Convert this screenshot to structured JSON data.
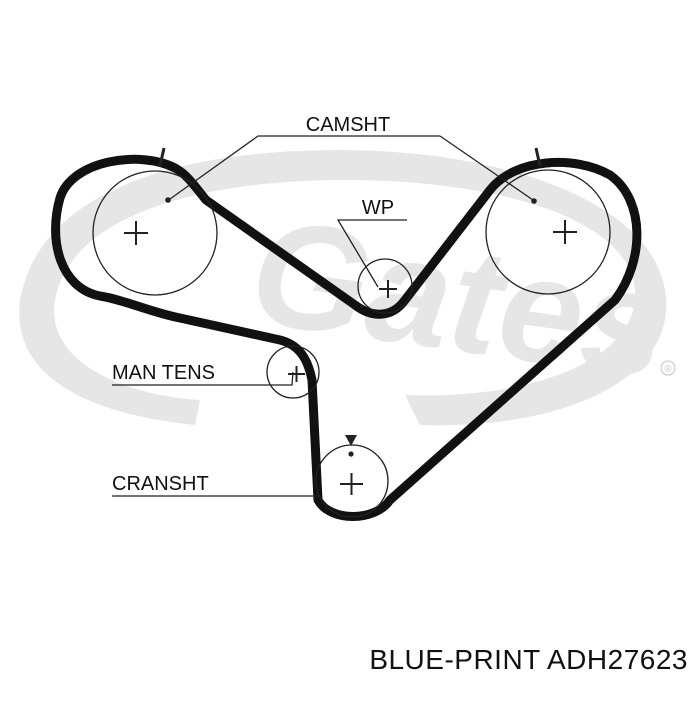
{
  "diagram": {
    "labels": {
      "camshaft": "CAMSHT",
      "water_pump": "WP",
      "manual_tensioner": "MAN TENS",
      "crankshaft": "CRANSHT"
    },
    "watermark": {
      "brand": "Gates",
      "registered_mark": "®",
      "color": "#e6e6e6"
    },
    "belt_color": "#111111",
    "line_color": "#222222"
  },
  "footer": {
    "part_label": "BLUE-PRINT ADH27623"
  }
}
